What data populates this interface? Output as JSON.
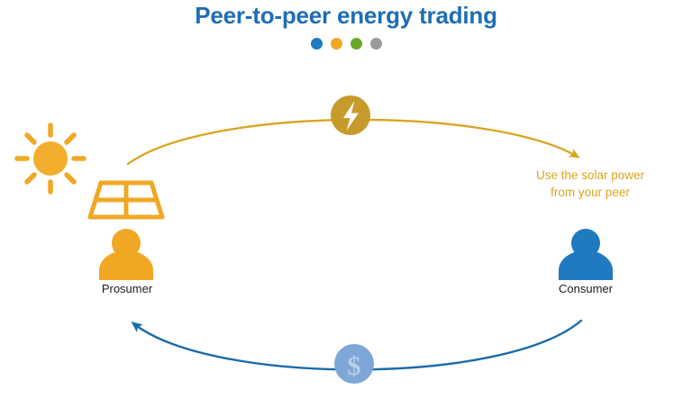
{
  "header": {
    "title": "Peer-to-peer energy trading",
    "title_color": "#1f6eb4",
    "dots": [
      {
        "name": "dot-blue",
        "color": "#1f7ac0"
      },
      {
        "name": "dot-orange",
        "color": "#f0a824"
      },
      {
        "name": "dot-green",
        "color": "#6aa82a"
      },
      {
        "name": "dot-gray",
        "color": "#9a9a9a"
      }
    ]
  },
  "diagram": {
    "nodes": [
      {
        "id": "prosumer",
        "label": "Prosumer",
        "color": "#f0a824",
        "icons": [
          "sun-icon",
          "solar-panel-icon",
          "person-icon"
        ]
      },
      {
        "id": "consumer",
        "label": "Consumer",
        "color": "#1f7ac0",
        "icons": [
          "person-icon"
        ]
      }
    ],
    "flows": [
      {
        "id": "energy-flow",
        "direction": "prosumer-to-consumer",
        "badge_icon": "lightning-bolt-icon",
        "badge_color": "#c79a2c",
        "arrow_color": "#d9a520",
        "caption_line1": "Use the solar power",
        "caption_line2": "from your peer",
        "caption_color": "#d9a520"
      },
      {
        "id": "payment-flow",
        "direction": "consumer-to-prosumer",
        "badge_icon": "dollar-coin-icon",
        "badge_color": "#7ea7d8",
        "badge_symbol": "$",
        "arrow_color": "#1b6ca8"
      }
    ]
  },
  "palette": {
    "gold": "#f0a824",
    "gold_dark": "#d9a520",
    "blue": "#1f7ac0",
    "blue_dark": "#1b6ca8",
    "coin_blue": "#7ea7d8",
    "background": "#ffffff"
  }
}
